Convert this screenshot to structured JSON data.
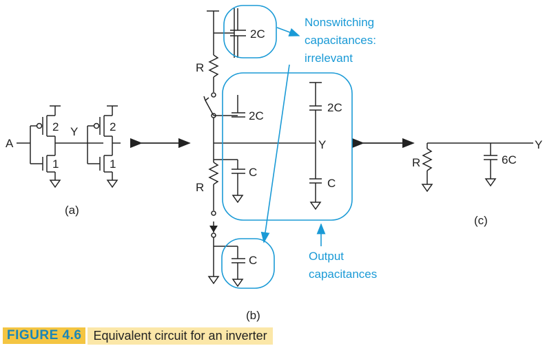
{
  "colors": {
    "ink": "#222222",
    "accent": "#1a9ad6",
    "caption_tag_bg": "#f4c542",
    "caption_bg": "#fbe7a8"
  },
  "panel_a": {
    "input": "A",
    "output": "Y",
    "size_p1": "2",
    "size_n1": "1",
    "size_p2": "2",
    "size_n2": "1",
    "label": "(a)"
  },
  "panel_b": {
    "cap_top": "2C",
    "res_top": "R",
    "cap_mid_left": "2C",
    "cap_right_top": "2C",
    "node": "Y",
    "cap_mid_left_bottom": "C",
    "cap_right_bottom": "C",
    "res_bottom": "R",
    "cap_bottom": "C",
    "label": "(b)"
  },
  "panel_c": {
    "res": "R",
    "cap": "6C",
    "node": "Y",
    "label": "(c)"
  },
  "annotations": {
    "nonswitching": [
      "Nonswitching",
      "capacitances:",
      "irrelevant"
    ],
    "output": [
      "Output",
      "capacitances"
    ]
  },
  "caption": {
    "tag": "FIGURE 4.6",
    "text": "Equivalent circuit for an inverter"
  }
}
